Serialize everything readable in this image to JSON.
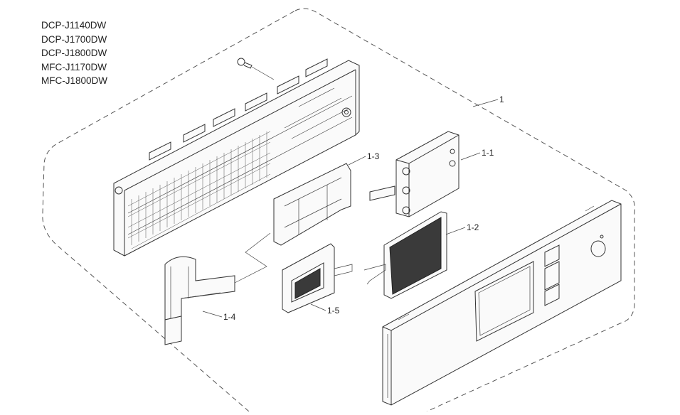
{
  "models": [
    "DCP-J1140DW",
    "DCP-J1700DW",
    "DCP-J1800DW",
    "MFC-J1170DW",
    "MFC-J1800DW"
  ],
  "callouts": {
    "assembly": "1",
    "panel_pcb": "1-1",
    "lcd": "1-2",
    "lcd_holder": "1-3",
    "flat_cable": "1-4",
    "lcd_frame": "1-5"
  }
}
